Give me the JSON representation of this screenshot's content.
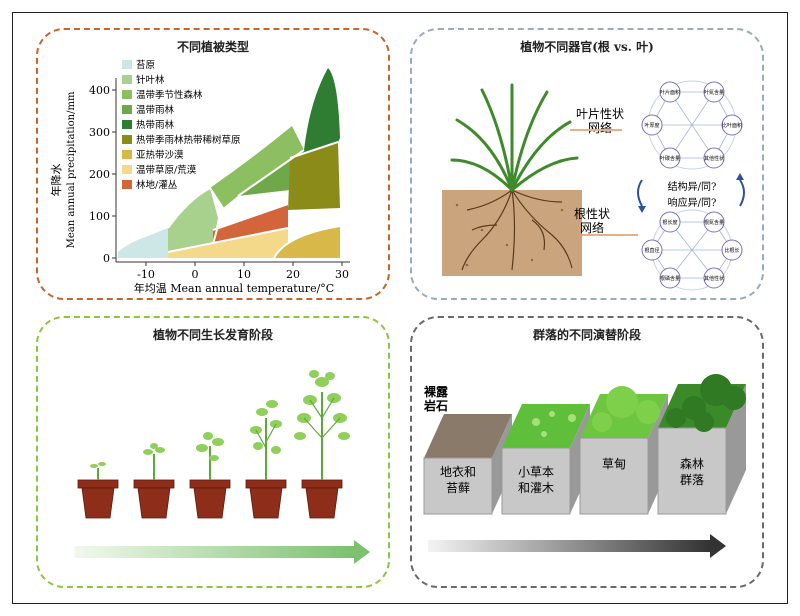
{
  "panels": {
    "vegetation": {
      "title": "不同植被类型",
      "legend": [
        {
          "label": "苔原",
          "color": "#cde6e6"
        },
        {
          "label": "针叶林",
          "color": "#a9d18e"
        },
        {
          "label": "温带季节性森林",
          "color": "#8cbf5f"
        },
        {
          "label": "温带雨林",
          "color": "#6ea84a"
        },
        {
          "label": "热带雨林",
          "color": "#2e7d32"
        },
        {
          "label": "热带季雨林热带稀树草原",
          "color": "#8b8b1a"
        },
        {
          "label": "亚热带沙漠",
          "color": "#d9b84a"
        },
        {
          "label": "温带草原/荒漠",
          "color": "#f5d98b"
        },
        {
          "label": "林地/灌丛",
          "color": "#d2663a"
        }
      ],
      "ylabel_cn": "年降水",
      "ylabel_en": "Mean annual precipitation/mm",
      "xlabel": "年均温 Mean annual temperature/°C",
      "x_ticks": [
        "-10",
        "0",
        "10",
        "20",
        "30"
      ],
      "y_ticks": [
        "0",
        "100",
        "200",
        "300",
        "400"
      ]
    },
    "organs": {
      "title": "植物不同器官(根 vs. 叶)",
      "leaf_label_1": "叶片性状",
      "leaf_label_2": "网络",
      "root_label_1": "根性状",
      "root_label_2": "网络",
      "question_1": "结构异/同?",
      "question_2": "响应异/同?",
      "leaf_nodes": [
        "叶片面积",
        "叶氮含量",
        "比叶面积",
        "叶厚度",
        "叶碳含量",
        "其他性状"
      ],
      "root_nodes": [
        "根长度",
        "根氮含量",
        "根直径",
        "比根长",
        "根磷含量",
        "其他性状"
      ]
    },
    "growth": {
      "title": "植物不同生长发育阶段"
    },
    "succession": {
      "title": "群落的不同演替阶段",
      "stage0_1": "裸露",
      "stage0_2": "岩石",
      "stage1_1": "地衣和",
      "stage1_2": "苔藓",
      "stage2_1": "小草本",
      "stage2_2": "和灌木",
      "stage3_1": "草甸",
      "stage4_1": "森林",
      "stage4_2": "群落"
    }
  }
}
